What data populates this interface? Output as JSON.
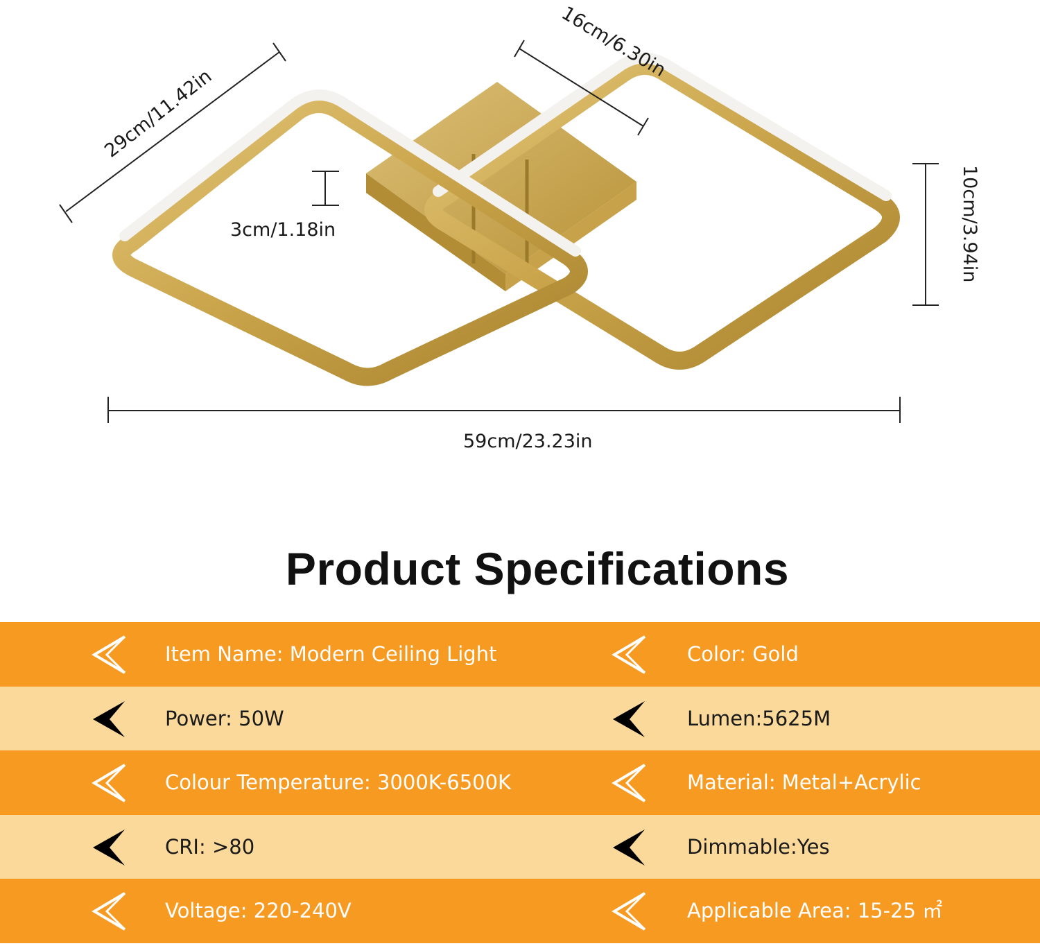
{
  "dimensions": {
    "diagonal_width": "29cm/11.42in",
    "depth": "16cm/6.30in",
    "ring_thickness": "3cm/1.18in",
    "height": "10cm/3.94in",
    "total_length": "59cm/23.23in"
  },
  "product_color": "#c9a349",
  "title": "Product Specifications",
  "specs": [
    {
      "left": "Item Name: Modern Ceiling Light",
      "right": "Color: Gold",
      "style": "orange",
      "icon": "outline-arrow-icon"
    },
    {
      "left": "Power: 50W",
      "right": "Lumen:5625M",
      "style": "light",
      "icon": "solid-arrow-icon"
    },
    {
      "left": "Colour Temperature: 3000K-6500K",
      "right": "Material: Metal+Acrylic",
      "style": "orange",
      "icon": "outline-arrow-icon"
    },
    {
      "left": "CRI: >80",
      "right": "Dimmable:Yes",
      "style": "light",
      "icon": "solid-arrow-icon"
    },
    {
      "left": "Voltage: 220-240V",
      "right": "Applicable Area: 15-25 ㎡",
      "style": "orange",
      "icon": "outline-arrow-icon"
    }
  ],
  "colors": {
    "orange_row": "#f79a21",
    "light_row": "#fbd99b"
  }
}
